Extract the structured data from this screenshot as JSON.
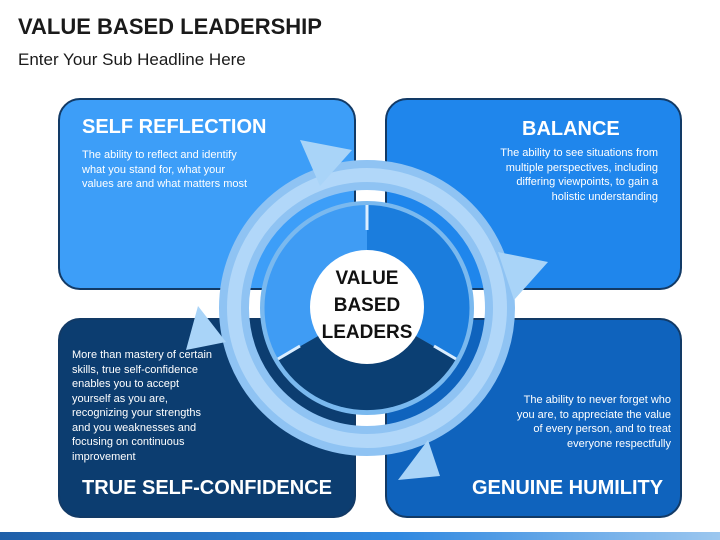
{
  "header": {
    "title": "VALUE BASED LEADERSHIP",
    "subtitle": "Enter Your Sub Headline Here"
  },
  "quadrants": [
    {
      "title": "SELF REFLECTION",
      "description": "The ability to reflect and identify what you stand for, what your values are and what matters most",
      "color": "#3d9ef8"
    },
    {
      "title": "BALANCE",
      "description": "The ability to see situations from multiple perspectives, including differing viewpoints, to gain a holistic understanding",
      "color": "#1f86ec"
    },
    {
      "title": "TRUE SELF-CONFIDENCE",
      "description": "More than mastery of certain skills, true self-confidence enables you to accept yourself as you are, recognizing your strengths and you weaknesses and focusing on continuous improvement",
      "color": "#0c3d70"
    },
    {
      "title": "GENUINE HUMILITY",
      "description": "The ability to never forget who you are, to appreciate the value of every person, and to treat everyone respectfully",
      "color": "#0f63bd"
    }
  ],
  "center": {
    "line1": "VALUE",
    "line2": "BASED",
    "line3": "LEADERS"
  }
}
